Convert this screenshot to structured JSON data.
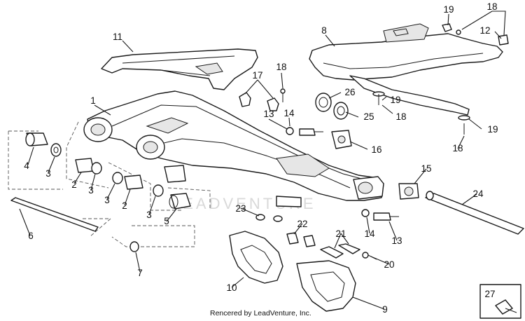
{
  "watermark": "LEADVENTURE",
  "credit": "Rencered by LeadVenture, Inc.",
  "callouts": [
    {
      "id": "c11",
      "label": "11"
    },
    {
      "id": "c8",
      "label": "8"
    },
    {
      "id": "c19a",
      "label": "19"
    },
    {
      "id": "c18a",
      "label": "18"
    },
    {
      "id": "c12",
      "label": "12"
    },
    {
      "id": "c17",
      "label": "17"
    },
    {
      "id": "c18b",
      "label": "18"
    },
    {
      "id": "c1",
      "label": "1"
    },
    {
      "id": "c26",
      "label": "26"
    },
    {
      "id": "c19b",
      "label": "19"
    },
    {
      "id": "c13a",
      "label": "13"
    },
    {
      "id": "c14a",
      "label": "14"
    },
    {
      "id": "c25",
      "label": "25"
    },
    {
      "id": "c18c",
      "label": "18"
    },
    {
      "id": "c19c",
      "label": "19"
    },
    {
      "id": "c16",
      "label": "16"
    },
    {
      "id": "c18d",
      "label": "18"
    },
    {
      "id": "c4",
      "label": "4"
    },
    {
      "id": "c3a",
      "label": "3"
    },
    {
      "id": "c2a",
      "label": "2"
    },
    {
      "id": "c3b",
      "label": "3"
    },
    {
      "id": "c3c",
      "label": "3"
    },
    {
      "id": "c2b",
      "label": "2"
    },
    {
      "id": "c15",
      "label": "15"
    },
    {
      "id": "c24",
      "label": "24"
    },
    {
      "id": "c3d",
      "label": "3"
    },
    {
      "id": "c5",
      "label": "5"
    },
    {
      "id": "c6",
      "label": "6"
    },
    {
      "id": "c23",
      "label": "23"
    },
    {
      "id": "c22",
      "label": "22"
    },
    {
      "id": "c21",
      "label": "21"
    },
    {
      "id": "c14b",
      "label": "14"
    },
    {
      "id": "c13b",
      "label": "13"
    },
    {
      "id": "c7",
      "label": "7"
    },
    {
      "id": "c20",
      "label": "20"
    },
    {
      "id": "c10",
      "label": "10"
    },
    {
      "id": "c9",
      "label": "9"
    },
    {
      "id": "c27",
      "label": "27"
    }
  ]
}
